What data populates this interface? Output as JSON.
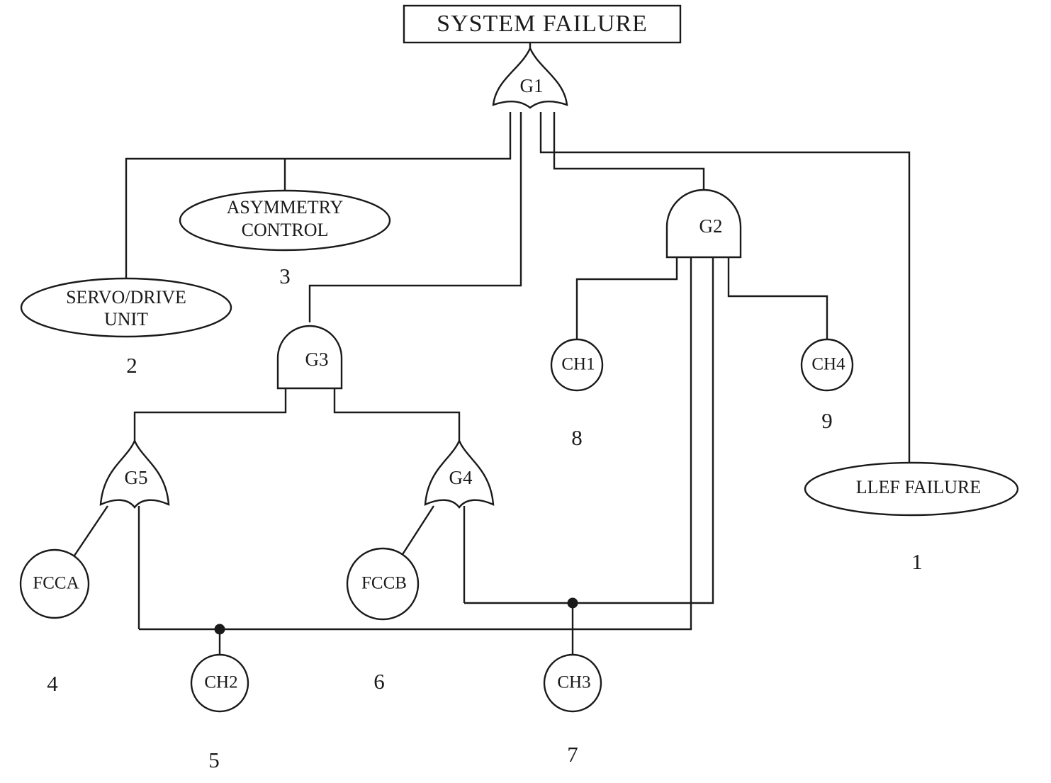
{
  "diagram": {
    "title": "SYSTEM FAILURE",
    "type": "fault-tree"
  },
  "top_event": {
    "label": "SYSTEM FAILURE"
  },
  "gates": [
    {
      "id": "G1",
      "label": "G1",
      "kind": "OR",
      "parent": "SYSTEM FAILURE",
      "children": [
        "SERVO/DRIVE UNIT",
        "ASYMMETRY CONTROL",
        "G3",
        "G2",
        "LLEF FAILURE"
      ]
    },
    {
      "id": "G2",
      "label": "G2",
      "kind": "AND",
      "parent": "G1",
      "children": [
        "CH1",
        "CH2",
        "CH3",
        "CH4"
      ]
    },
    {
      "id": "G3",
      "label": "G3",
      "kind": "AND",
      "parent": "G1",
      "children": [
        "G5",
        "G4"
      ]
    },
    {
      "id": "G4",
      "label": "G4",
      "kind": "OR",
      "parent": "G3",
      "children": [
        "FCCB",
        "CH3"
      ]
    },
    {
      "id": "G5",
      "label": "G5",
      "kind": "OR",
      "parent": "G3",
      "children": [
        "FCCA",
        "CH2"
      ]
    }
  ],
  "events": [
    {
      "id": "LLEF",
      "label": "LLEF FAILURE",
      "shape": "ellipse",
      "index": "1"
    },
    {
      "id": "SERVO",
      "label_line1": "SERVO/DRIVE",
      "label_line2": "UNIT",
      "shape": "ellipse",
      "index": "2"
    },
    {
      "id": "ASYM",
      "label_line1": "ASYMMETRY",
      "label_line2": "CONTROL",
      "shape": "ellipse",
      "index": "3"
    },
    {
      "id": "FCCA",
      "label": "FCCA",
      "shape": "circle",
      "index": "4"
    },
    {
      "id": "CH2",
      "label": "CH2",
      "shape": "circle",
      "index": "5"
    },
    {
      "id": "FCCB",
      "label": "FCCB",
      "shape": "circle",
      "index": "6"
    },
    {
      "id": "CH3",
      "label": "CH3",
      "shape": "circle",
      "index": "7"
    },
    {
      "id": "CH1",
      "label": "CH1",
      "shape": "circle",
      "index": "8"
    },
    {
      "id": "CH4",
      "label": "CH4",
      "shape": "circle",
      "index": "9"
    }
  ],
  "labels": {
    "top_event": "SYSTEM FAILURE",
    "g1": "G1",
    "g2": "G2",
    "g3": "G3",
    "g4": "G4",
    "g5": "G5",
    "asym_line1": "ASYMMETRY",
    "asym_line2": "CONTROL",
    "asym_index": "3",
    "servo_line1": "SERVO/DRIVE",
    "servo_line2": "UNIT",
    "servo_index": "2",
    "llef": "LLEF FAILURE",
    "llef_index": "1",
    "ch1": "CH1",
    "ch1_index": "8",
    "ch2": "CH2",
    "ch2_index": "5",
    "ch3": "CH3",
    "ch3_index": "7",
    "ch4": "CH4",
    "ch4_index": "9",
    "fcca": "FCCA",
    "fcca_index": "4",
    "fccb": "FCCB",
    "fccb_index": "6"
  },
  "colors": {
    "stroke": "#1a1a1a",
    "fill": "#ffffff",
    "background": "#ffffff"
  }
}
